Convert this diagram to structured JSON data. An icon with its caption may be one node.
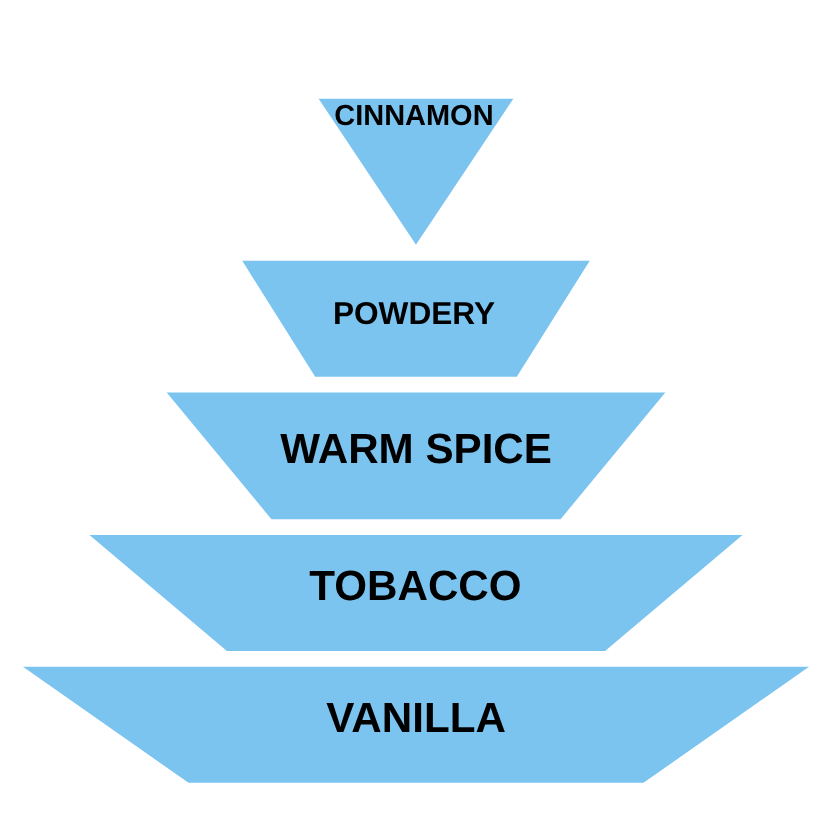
{
  "diagram": {
    "nodes": [
      {
        "text": [
          "VANILLA"
        ]
      },
      {
        "text": [
          "TOBACCO"
        ]
      },
      {
        "text": [
          "WARM SPICE"
        ]
      },
      {
        "text": [
          "POWDERY"
        ]
      },
      {
        "text": [
          "CINNAMON"
        ]
      }
    ]
  }
}
